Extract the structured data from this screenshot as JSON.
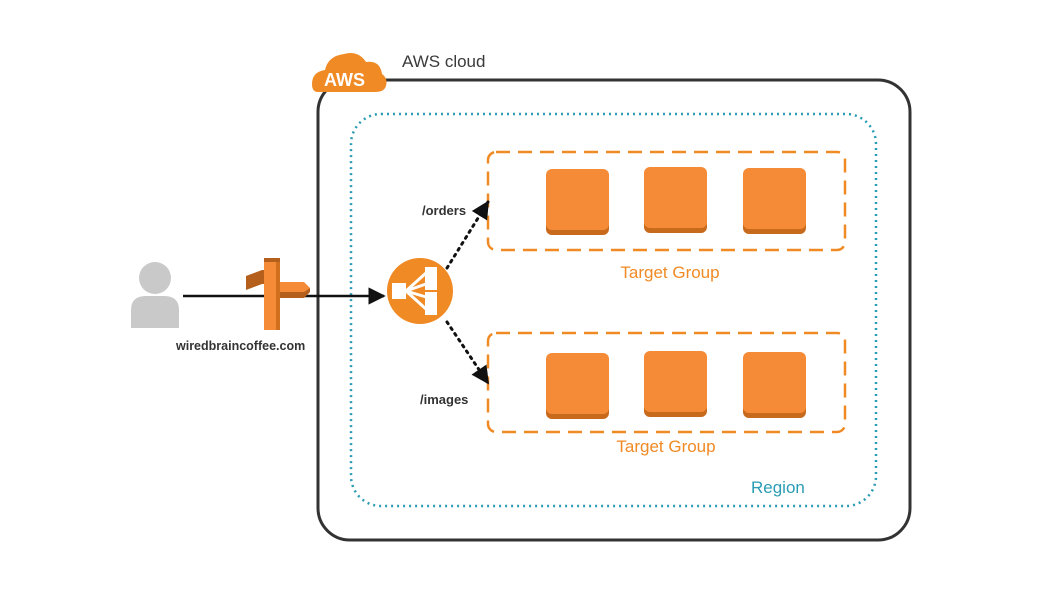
{
  "cloud": {
    "badge": "AWS",
    "title": "AWS cloud"
  },
  "region": {
    "label": "Region"
  },
  "routes": {
    "orders": "/orders",
    "images": "/images"
  },
  "client": {
    "domain": "wiredbraincoffee.com"
  },
  "target_groups": [
    {
      "label": "Target Group",
      "instance_count": 3
    },
    {
      "label": "Target Group",
      "instance_count": 3
    }
  ],
  "colors": {
    "aws_orange": "#f08a24",
    "instance_fill": "#f58b37",
    "instance_shadow": "#c86a1c",
    "region_border": "#2a9cb4",
    "cloud_border": "#333333",
    "user_gray": "#c9c9c9",
    "route53_orange": "#f58b37",
    "route53_dark": "#b4601c"
  },
  "icons": {
    "user": "user-icon",
    "dns": "route53-signpost-icon",
    "load_balancer": "load-balancer-icon",
    "badge": "aws-cloud-icon"
  }
}
